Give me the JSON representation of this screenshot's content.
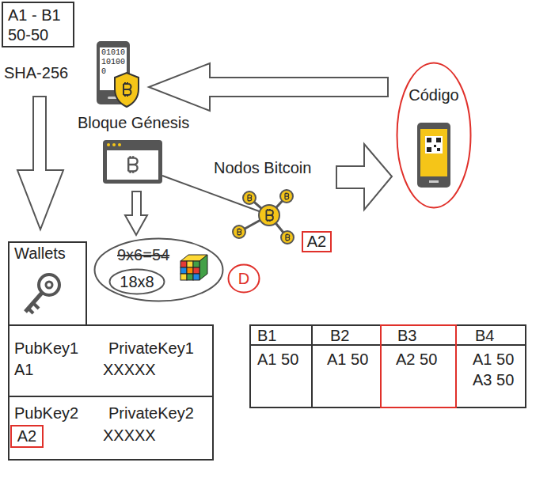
{
  "diagram": {
    "nodes": [
      {
        "text": [
          "A1 - B1",
          "50-50"
        ]
      },
      {
        "text": [
          "Código"
        ]
      },
      {
        "text": [
          "9x6=54"
        ]
      },
      {
        "text": [
          "18x8"
        ],
        "in": 2
      },
      {
        "text": [
          "D"
        ]
      },
      {
        "text": [
          "A2"
        ]
      },
      {
        "text": [
          "Wallets"
        ]
      },
      {
        "text": [
          "PubKey1",
          "PrivateKey1",
          "A1",
          "XXXXX"
        ]
      },
      {
        "text": [
          "PubKey2",
          "PrivateKey2",
          "XXXXX"
        ]
      },
      {
        "text": [
          "A2"
        ],
        "in": 8
      },
      {
        "text": [
          "B1",
          "A1 50"
        ]
      },
      {
        "text": [
          "B2",
          "A1 50"
        ]
      },
      {
        "text": [
          "B3",
          "A2 50"
        ]
      },
      {
        "text": [
          "B4",
          "A1 50",
          "A3 50"
        ]
      }
    ],
    "labels": [
      "SHA-256",
      "01010",
      "10100",
      "0",
      "Bloque Génesis",
      "Nodos Bitcoin"
    ]
  }
}
